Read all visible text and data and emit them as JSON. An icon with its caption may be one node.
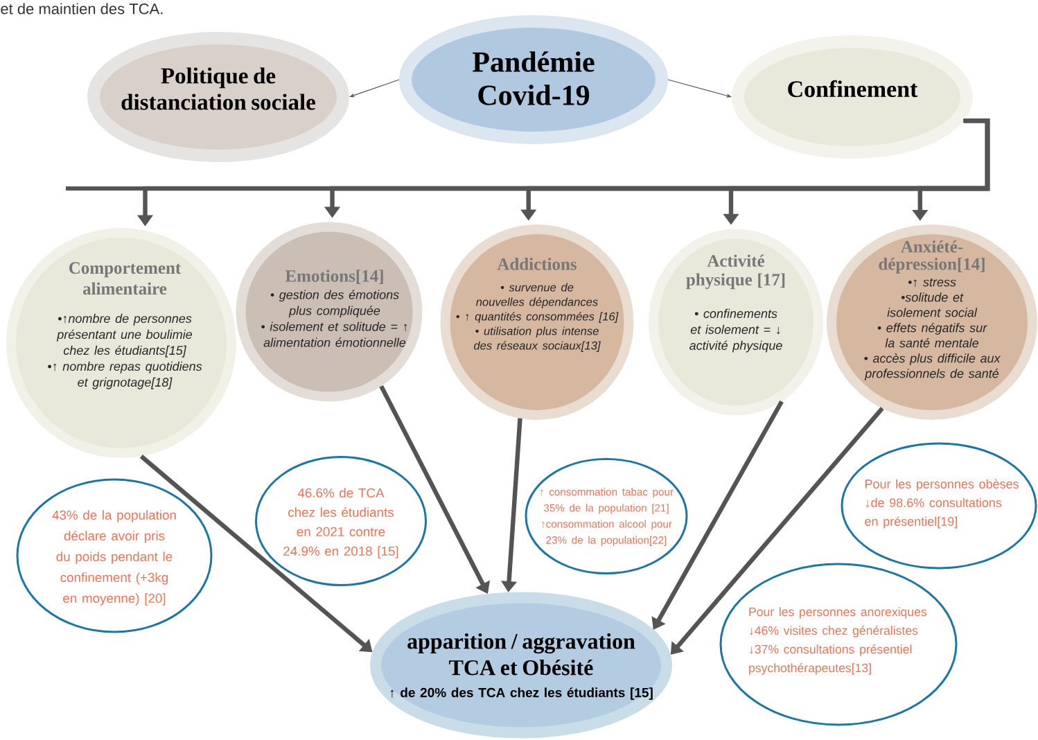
{
  "diagram": {
    "nodes": [
      {
        "text": [
          "Pandémie Covid-19"
        ]
      },
      {
        "text": [
          "Politique de distanciation sociale"
        ]
      },
      {
        "text": [
          "Confinement"
        ]
      },
      {
        "text": [
          "Comportement alimentaire",
          "•↑nombre de personnes présentant une boulimie chez les étudiants[15]",
          "•↑ nombre repas quotidiens et grignotage[18]"
        ]
      },
      {
        "text": [
          "Emotions[14]",
          "• gestion des émotions plus compliquée",
          "• isolement et solitude = ↑ alimentation émotionnelle"
        ]
      },
      {
        "text": [
          "Addictions",
          "• survenue de nouvelles dépendances",
          "• ↑ quantités consommées [16]",
          "• utilisation plus intense des réseaux sociaux[13]"
        ]
      },
      {
        "text": [
          "Activité physique [17]",
          "• confinements et isolement = ↓ activité physique"
        ]
      },
      {
        "text": [
          "Anxiété-dépression[14]",
          "•↑ stress",
          "•solitude et isolement social",
          "• effets négatifs sur la santé mentale",
          "• accès plus difficile aux professionnels de santé"
        ]
      },
      {
        "text": [
          "apparition / aggravation TCA et Obésité",
          "↑ de 20% des TCA chez les étudiants [15]"
        ]
      },
      {
        "text": [
          "43% de la population déclare avoir pris du poids pendant le confinement (+3kg en moyenne) [20]"
        ]
      },
      {
        "text": [
          "46.6% de TCA chez les étudiants en 2021 contre 24.9% en 2018 [15]"
        ]
      },
      {
        "text": [
          "↑ consommation tabac pour 35% de la population [21]",
          "↑consommation alcool pour 23% de la population[22]"
        ]
      },
      {
        "text": [
          "Pour les personnes obèses ↓de 98.6% consultations en présentiel[19]"
        ]
      },
      {
        "text": [
          "Pour les personnes anorexiques",
          "↓46% visites chez généralistes",
          "↓37% consultations présentiel psychothérapeutes[13]"
        ]
      }
    ],
    "edges": [
      {
        "from": 0,
        "to": 1,
        "arrow": "to"
      },
      {
        "from": 0,
        "to": 2,
        "arrow": "to"
      },
      {
        "from": 2,
        "to": 3,
        "arrow": "to"
      },
      {
        "from": 2,
        "to": 4,
        "arrow": "to"
      },
      {
        "from": 2,
        "to": 5,
        "arrow": "to"
      },
      {
        "from": 2,
        "to": 6,
        "arrow": "to"
      },
      {
        "from": 2,
        "to": 7,
        "arrow": "to"
      },
      {
        "from": 3,
        "to": 8,
        "arrow": "to"
      },
      {
        "from": 4,
        "to": 8,
        "arrow": "to"
      },
      {
        "from": 5,
        "to": 8,
        "arrow": "to"
      },
      {
        "from": 6,
        "to": 8,
        "arrow": "to"
      },
      {
        "from": 7,
        "to": 8,
        "arrow": "to"
      }
    ],
    "labels": [
      "et de maintien des TCA."
    ]
  }
}
